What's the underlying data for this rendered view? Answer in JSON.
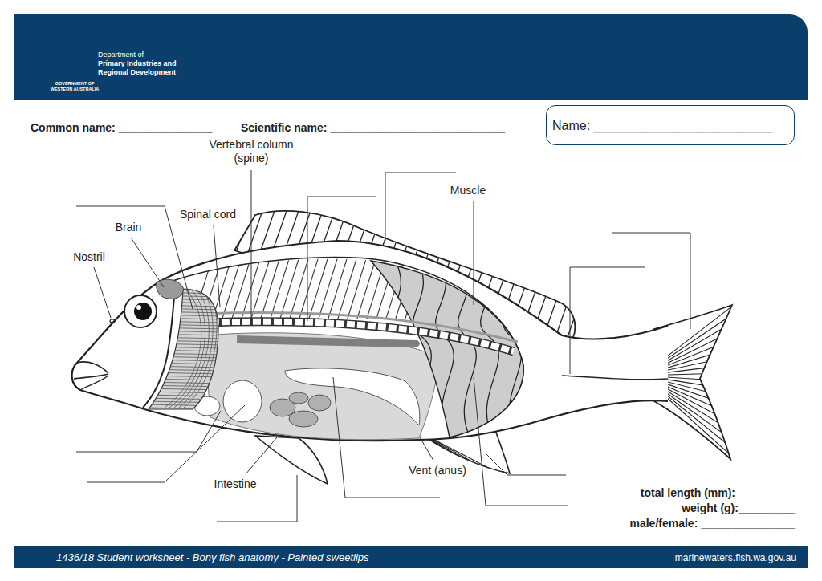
{
  "diagram": {
    "nodes": [
      {
        "text": [
          "Department of",
          "Primary Industries and Regional Development",
          "GOVERNMENT OF WESTERN AUSTRALIA"
        ]
      },
      {
        "text": [
          "Name: _________________________"
        ]
      },
      {
        "text": [
          "1436/18 Student worksheet - Bony fish anatomy - Painted sweetlips",
          "marinewaters.fish.wa.gov.au"
        ]
      }
    ],
    "labels": [
      "Common name: _______________",
      "Scientific name: ____________________________",
      "Vertebral column (spine)",
      "Muscle",
      "Spinal cord",
      "Brain",
      "Nostril",
      "Intestine",
      "Vent (anus)",
      "total length (mm): _________",
      "weight (g):_________",
      "male/female: _______________"
    ]
  }
}
